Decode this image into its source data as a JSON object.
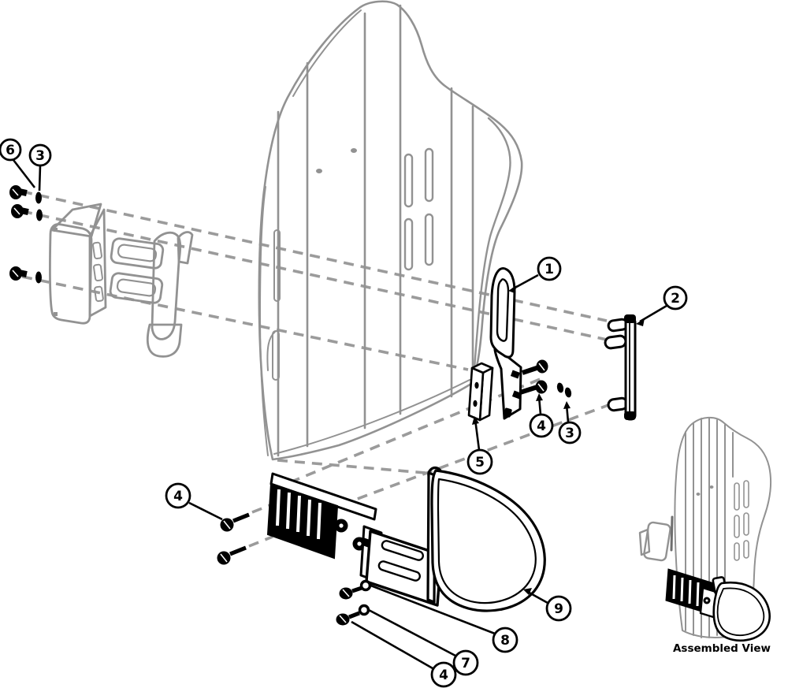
{
  "diagram": {
    "type": "exploded-parts-diagram",
    "subject": "backrest-lateral-support-assembly",
    "caption": "Assembled View",
    "colors": {
      "background": "#ffffff",
      "hardware_line": "#000000",
      "reference_line": "#929292",
      "guide_dash": "#9b9b9b"
    },
    "callouts": [
      {
        "id": "callout-6-top-left",
        "label": "6"
      },
      {
        "id": "callout-3-top-left",
        "label": "3"
      },
      {
        "id": "callout-1",
        "label": "1"
      },
      {
        "id": "callout-2",
        "label": "2"
      },
      {
        "id": "callout-4-mid",
        "label": "4"
      },
      {
        "id": "callout-3-mid",
        "label": "3"
      },
      {
        "id": "callout-5",
        "label": "5"
      },
      {
        "id": "callout-4-left",
        "label": "4"
      },
      {
        "id": "callout-9",
        "label": "9"
      },
      {
        "id": "callout-8",
        "label": "8"
      },
      {
        "id": "callout-7",
        "label": "7"
      },
      {
        "id": "callout-4-bottom",
        "label": "4"
      }
    ]
  }
}
